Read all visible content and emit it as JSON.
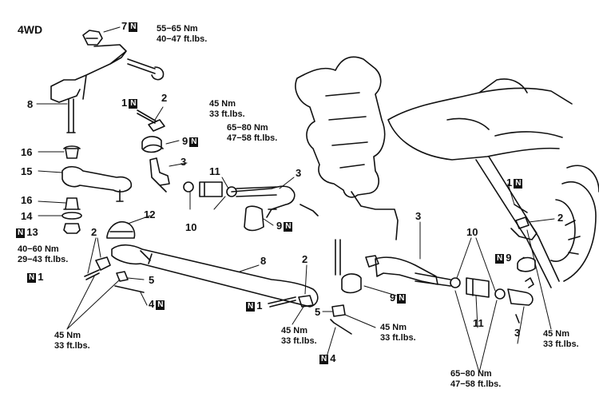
{
  "title": "4WD",
  "new_part_mark": "N",
  "torque": {
    "t_55_65": {
      "nm": "55−65 Nm",
      "ftlb": "40−47 ft.lbs."
    },
    "t_45": {
      "nm": "45 Nm",
      "ftlb": "33 ft.lbs."
    },
    "t_65_80": {
      "nm": "65−80 Nm",
      "ftlb": "47−58 ft.lbs."
    },
    "t_40_60": {
      "nm": "40−60 Nm",
      "ftlb": "29−43 ft.lbs."
    }
  },
  "part_numbers": {
    "p1": "1",
    "p2": "2",
    "p3": "3",
    "p4": "4",
    "p5": "5",
    "p7": "7",
    "p8": "8",
    "p9": "9",
    "p10": "10",
    "p11": "11",
    "p12": "12",
    "p13": "13",
    "p14": "14",
    "p15": "15",
    "p16": "16"
  }
}
